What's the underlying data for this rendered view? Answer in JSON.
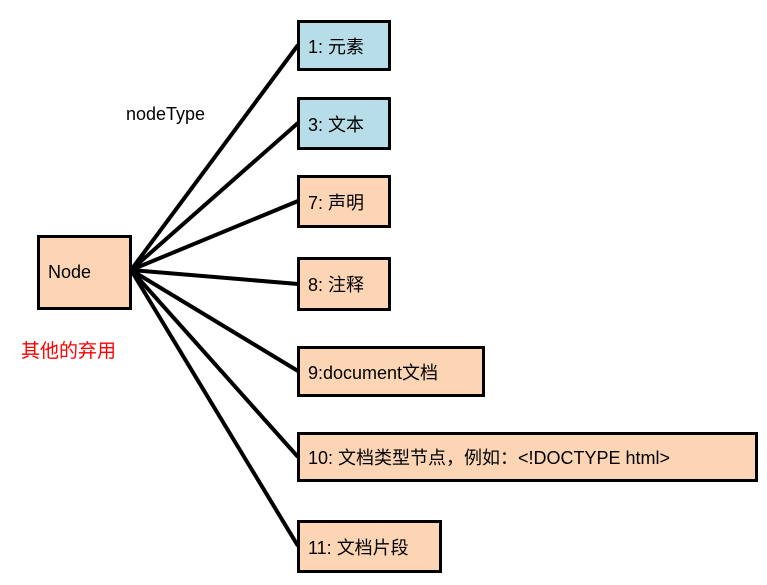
{
  "root": {
    "label": "Node"
  },
  "edge_label": "nodeType",
  "note": "其他的弃用",
  "colors": {
    "highlight": "#B7DEE8",
    "normal": "#FCD5B5",
    "note": "#FF0000",
    "stroke": "#000000"
  },
  "types": [
    {
      "id": "t1",
      "label": "1: 元素",
      "style": "highlight"
    },
    {
      "id": "t3",
      "label": "3: 文本",
      "style": "highlight"
    },
    {
      "id": "t7",
      "label": "7: 声明",
      "style": "normal"
    },
    {
      "id": "t8",
      "label": "8: 注释",
      "style": "normal"
    },
    {
      "id": "t9",
      "label": "9:document文档",
      "style": "normal"
    },
    {
      "id": "t10",
      "label": "10: 文档类型节点，例如：<!DOCTYPE html>",
      "style": "normal"
    },
    {
      "id": "t11",
      "label": "11: 文档片段",
      "style": "normal"
    }
  ]
}
